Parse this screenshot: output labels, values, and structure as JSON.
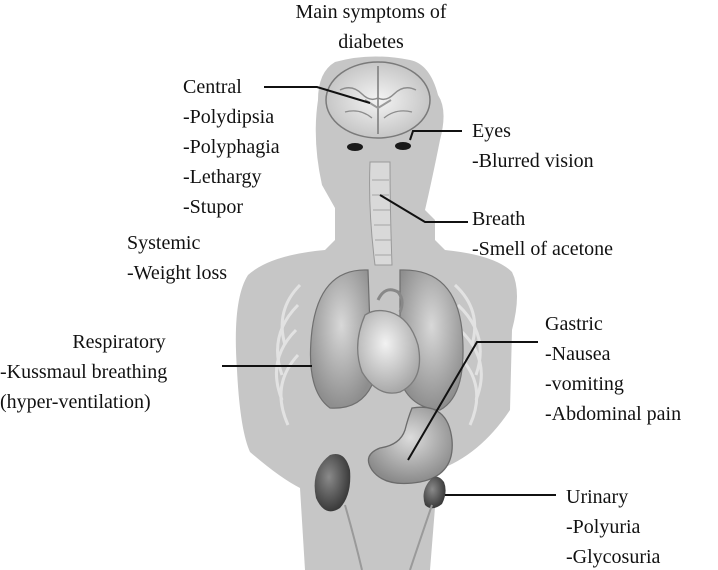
{
  "title": [
    "Main symptoms of",
    "diabetes"
  ],
  "groups": {
    "central": {
      "heading": "Central",
      "items": [
        "-Polydipsia",
        "-Polyphagia",
        "-Lethargy",
        "-Stupor"
      ]
    },
    "eyes": {
      "heading": "Eyes",
      "items": [
        "-Blurred vision"
      ]
    },
    "breath": {
      "heading": "Breath",
      "items": [
        "-Smell of acetone"
      ]
    },
    "systemic": {
      "heading": "Systemic",
      "items": [
        "-Weight loss"
      ]
    },
    "respiratory": {
      "heading": "Respiratory",
      "items": [
        "-Kussmaul breathing",
        "(hyper-ventilation)"
      ]
    },
    "gastric": {
      "heading": "Gastric",
      "items": [
        "-Nausea",
        "-vomiting",
        "-Abdominal pain"
      ]
    },
    "urinary": {
      "heading": "Urinary",
      "items": [
        "-Polyuria",
        "-Glycosuria"
      ]
    }
  }
}
